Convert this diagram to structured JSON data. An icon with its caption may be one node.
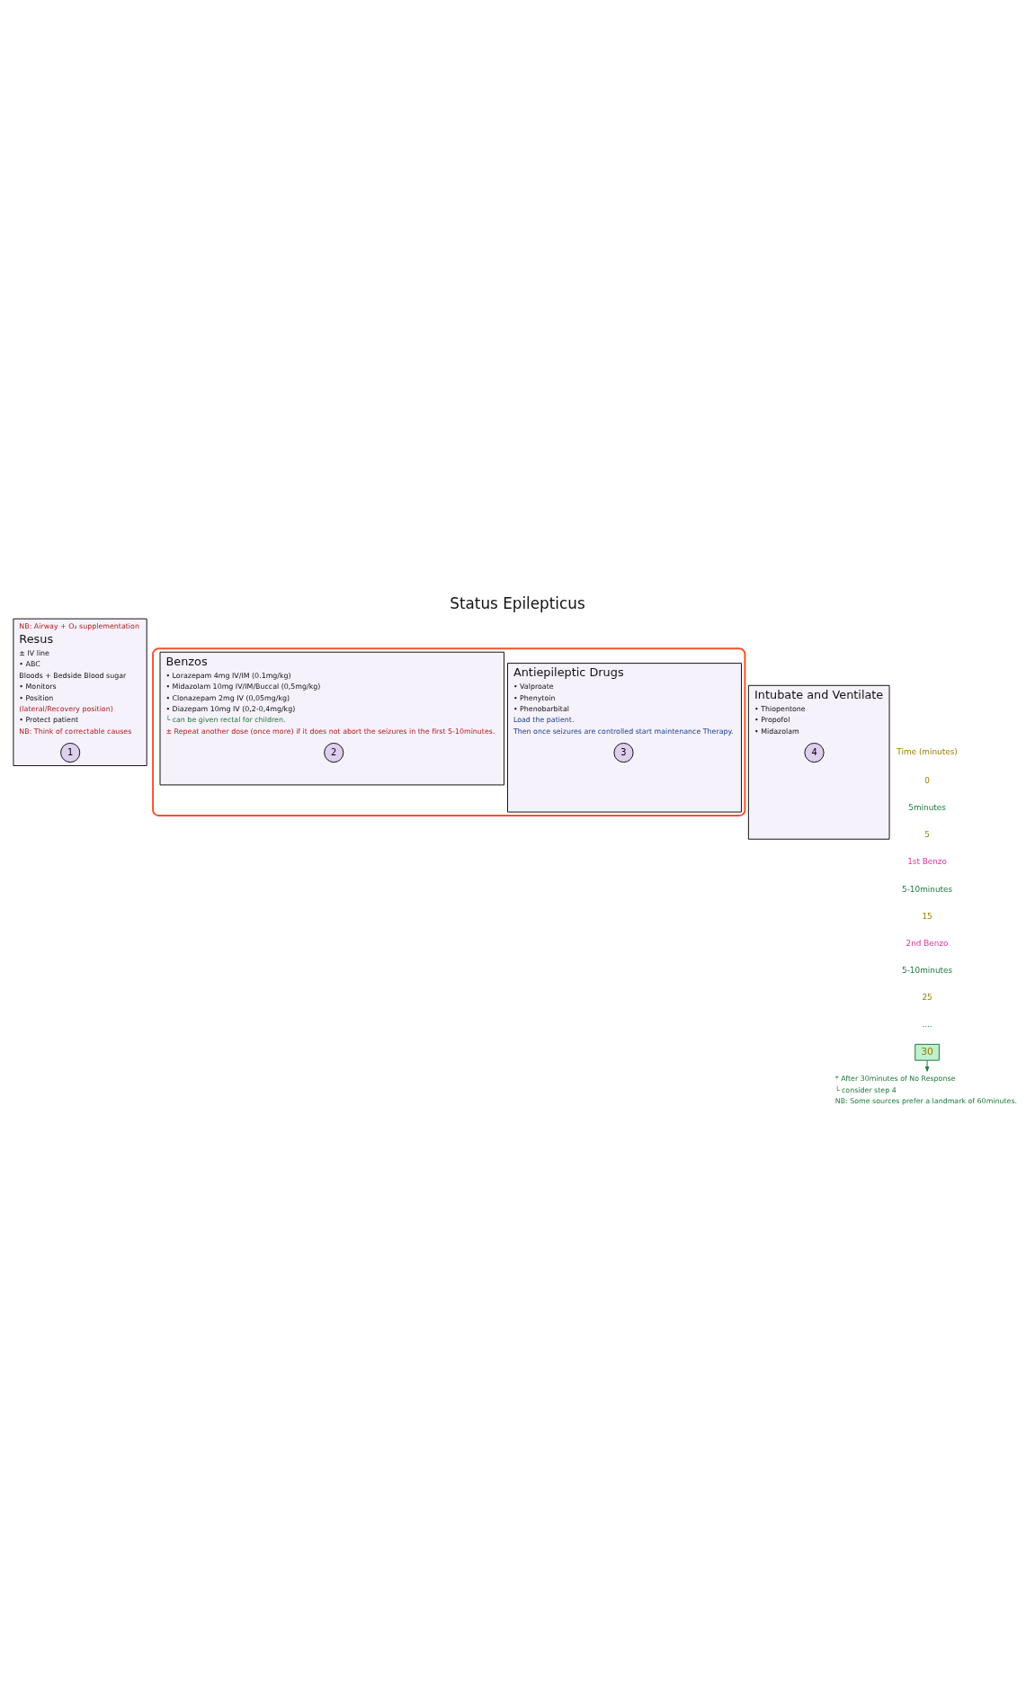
{
  "diagram": {
    "title": "Status Epilepticus",
    "nodes": [
      {
        "text": [
          "NB: Airway + O₂ supplementation",
          "Resus",
          "± IV line",
          "• ABC",
          "Bloods + Bedside Blood sugar",
          "• Monitors",
          "• Position",
          "(lateral/Recovery position)",
          "• Protect patient",
          "NB: Think of correctable causes"
        ]
      },
      {
        "text": [
          "1"
        ],
        "in": 0
      },
      {
        "text": [],
        "shape": "box"
      },
      {
        "text": [
          "Benzos",
          "• Lorazepam 4mg IV/IM (0.1mg/kg)",
          "• Midazolam 10mg IV/IM/Buccal (0,5mg/kg)",
          "• Clonazepam 2mg IV (0,05mg/kg)",
          "• Diazepam 10mg IV (0,2-0,4mg/kg)",
          "└ can be given rectal for children.",
          "± Repeat another dose (once more) if it does not abort the seizures in the first 5-10minutes."
        ],
        "in": 2
      },
      {
        "text": [
          "2"
        ],
        "in": 3
      },
      {
        "text": [
          "Antiepileptic Drugs",
          "• Valproate",
          "• Phenytoin",
          "• Phenobarbital",
          "Load the patient.",
          "Then once seizures are controlled start maintenance Therapy."
        ],
        "in": 2
      },
      {
        "text": [
          "3"
        ],
        "in": 5
      },
      {
        "text": [
          "Intubate and Ventilate",
          "• Thiopentone",
          "• Propofol",
          "• Midazolam"
        ]
      },
      {
        "text": [
          "4"
        ],
        "in": 7
      },
      {
        "text": [
          "30"
        ]
      },
      {
        "text": [
          "* After 30minutes of No Response",
          "└ consider step 4",
          "NB: Some sources prefer a landmark of 60minutes."
        ]
      }
    ],
    "edges": [
      {
        "from": 9,
        "to": 10,
        "arrow": "to"
      }
    ],
    "labels": [
      "Time (minutes)",
      "0",
      "5minutes",
      "5",
      "1st Benzo",
      "5-10minutes",
      "15",
      "2nd Benzo",
      "5-10minutes",
      "25",
      "...."
    ]
  }
}
